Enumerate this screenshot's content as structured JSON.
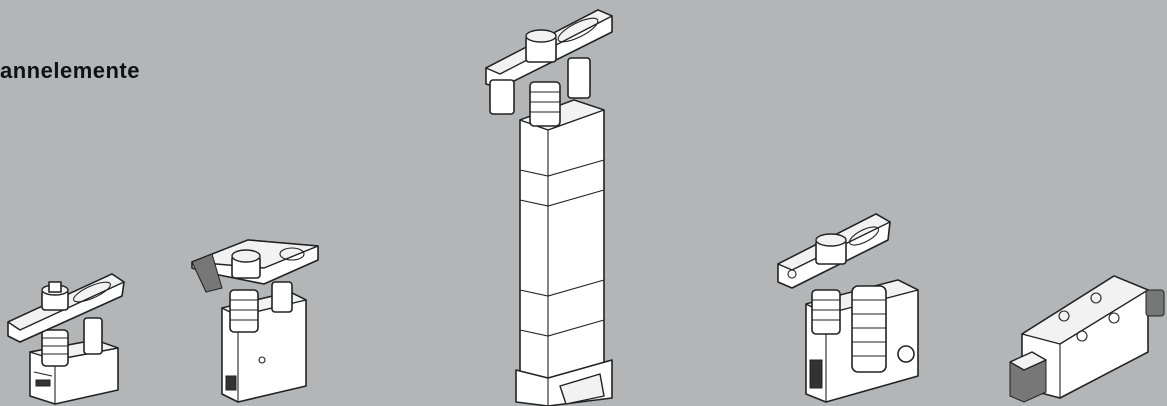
{
  "heading": "annelemente",
  "figure": {
    "items": [
      "swing-clamp-small",
      "swing-clamp-angled",
      "swing-clamp-long-stroke",
      "swing-clamp-double",
      "block-cylinder"
    ]
  }
}
